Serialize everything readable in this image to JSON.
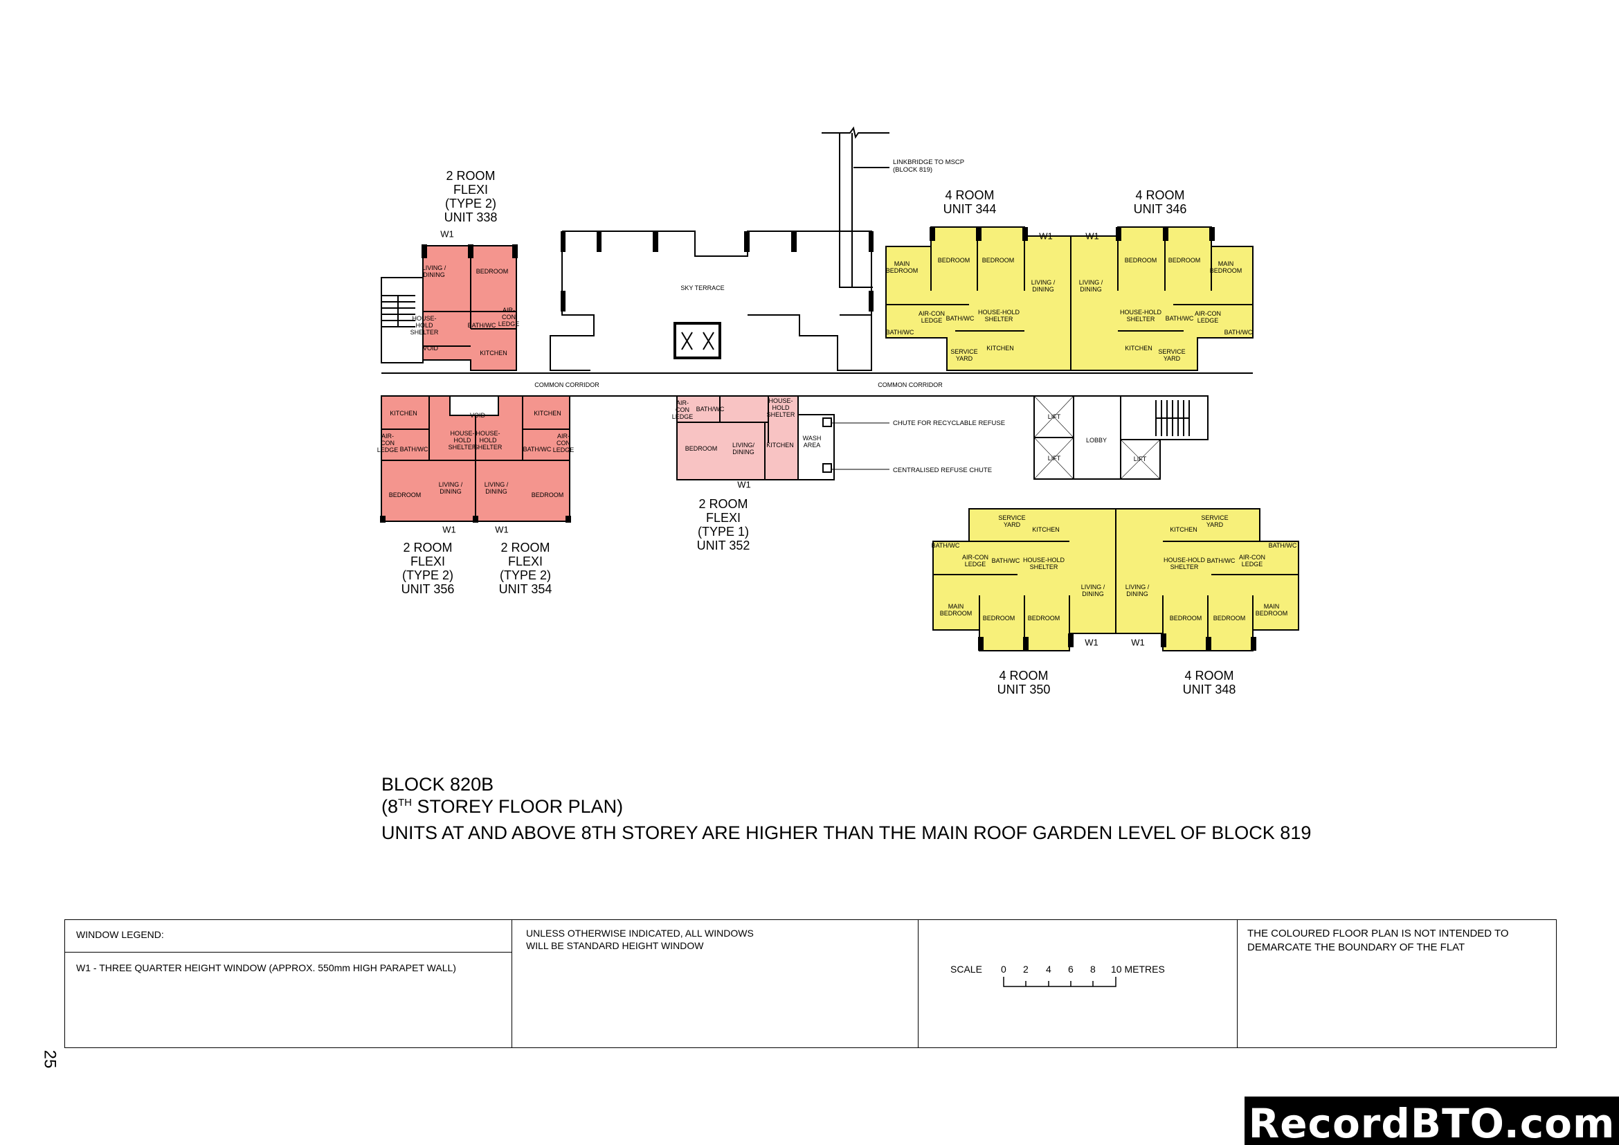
{
  "colors": {
    "flexi_type2": "#f4958e",
    "flexi_type1": "#f8c3c3",
    "four_room": "#f7f07a",
    "walls": "#000000"
  },
  "units": {
    "u338": {
      "title": [
        "2 ROOM",
        "FLEXI",
        "(TYPE 2)",
        "UNIT 338"
      ],
      "rooms": [
        {
          "lines": [
            "LIVING /",
            "DINING"
          ]
        },
        {
          "lines": [
            "BEDROOM"
          ]
        },
        {
          "lines": [
            "HOUSE-",
            "HOLD",
            "SHELTER"
          ]
        },
        {
          "lines": [
            "BATH/WC"
          ]
        },
        {
          "lines": [
            "AIR-",
            "CON",
            "LEDGE"
          ]
        },
        {
          "lines": [
            "KITCHEN"
          ]
        },
        {
          "lines": [
            "VOID"
          ]
        }
      ]
    },
    "u356": {
      "title": [
        "2 ROOM",
        "FLEXI",
        "(TYPE 2)",
        "UNIT 356"
      ],
      "rooms": [
        {
          "lines": [
            "KITCHEN"
          ]
        },
        {
          "lines": [
            "BATH/WC"
          ]
        },
        {
          "lines": [
            "AIR-",
            "CON",
            "LEDGE"
          ]
        },
        {
          "lines": [
            "HOUSE-",
            "HOLD",
            "SHELTER"
          ]
        },
        {
          "lines": [
            "BEDROOM"
          ]
        },
        {
          "lines": [
            "LIVING /",
            "DINING"
          ]
        }
      ]
    },
    "u354": {
      "title": [
        "2 ROOM",
        "FLEXI",
        "(TYPE 2)",
        "UNIT 354"
      ],
      "rooms": [
        {
          "lines": [
            "KITCHEN"
          ]
        },
        {
          "lines": [
            "BATH/WC"
          ]
        },
        {
          "lines": [
            "AIR-",
            "CON",
            "LEDGE"
          ]
        },
        {
          "lines": [
            "HOUSE-",
            "HOLD",
            "SHELTER"
          ]
        },
        {
          "lines": [
            "BEDROOM"
          ]
        },
        {
          "lines": [
            "LIVING /",
            "DINING"
          ]
        },
        {
          "lines": [
            "VOID"
          ]
        }
      ]
    },
    "u352": {
      "title": [
        "2 ROOM",
        "FLEXI",
        "(TYPE 1)",
        "UNIT 352"
      ],
      "rooms": [
        {
          "lines": [
            "AIR-",
            "CON",
            "LEDGE"
          ]
        },
        {
          "lines": [
            "BATH/WC"
          ]
        },
        {
          "lines": [
            "HOUSE-",
            "HOLD",
            "SHELTER"
          ]
        },
        {
          "lines": [
            "BEDROOM"
          ]
        },
        {
          "lines": [
            "LIVING/",
            "DINING"
          ]
        },
        {
          "lines": [
            "KITCHEN"
          ]
        }
      ]
    },
    "u344": {
      "title": [
        "4 ROOM",
        "UNIT 344"
      ],
      "rooms": [
        {
          "lines": [
            "MAIN",
            "BEDROOM"
          ]
        },
        {
          "lines": [
            "BEDROOM"
          ]
        },
        {
          "lines": [
            "BEDROOM"
          ]
        },
        {
          "lines": [
            "LIVING /",
            "DINING"
          ]
        },
        {
          "lines": [
            "BATH/WC"
          ]
        },
        {
          "lines": [
            "AIR-CON",
            "LEDGE"
          ]
        },
        {
          "lines": [
            "BATH/WC"
          ]
        },
        {
          "lines": [
            "HOUSE-HOLD",
            "SHELTER"
          ]
        },
        {
          "lines": [
            "KITCHEN"
          ]
        },
        {
          "lines": [
            "SERVICE",
            "YARD"
          ]
        }
      ]
    },
    "u346": {
      "title": [
        "4 ROOM",
        "UNIT 346"
      ],
      "rooms": [
        {
          "lines": [
            "LIVING /",
            "DINING"
          ]
        },
        {
          "lines": [
            "BEDROOM"
          ]
        },
        {
          "lines": [
            "BEDROOM"
          ]
        },
        {
          "lines": [
            "MAIN",
            "BEDROOM"
          ]
        },
        {
          "lines": [
            "HOUSE-HOLD",
            "SHELTER"
          ]
        },
        {
          "lines": [
            "BATH/WC"
          ]
        },
        {
          "lines": [
            "AIR-CON",
            "LEDGE"
          ]
        },
        {
          "lines": [
            "BATH/WC"
          ]
        },
        {
          "lines": [
            "KITCHEN"
          ]
        },
        {
          "lines": [
            "SERVICE",
            "YARD"
          ]
        }
      ]
    },
    "u350": {
      "title": [
        "4 ROOM",
        "UNIT 350"
      ],
      "rooms": [
        {
          "lines": [
            "SERVICE",
            "YARD"
          ]
        },
        {
          "lines": [
            "KITCHEN"
          ]
        },
        {
          "lines": [
            "BATH/WC"
          ]
        },
        {
          "lines": [
            "AIR-CON",
            "LEDGE"
          ]
        },
        {
          "lines": [
            "BATH/WC"
          ]
        },
        {
          "lines": [
            "HOUSE-HOLD",
            "SHELTER"
          ]
        },
        {
          "lines": [
            "MAIN",
            "BEDROOM"
          ]
        },
        {
          "lines": [
            "BEDROOM"
          ]
        },
        {
          "lines": [
            "BEDROOM"
          ]
        },
        {
          "lines": [
            "LIVING /",
            "DINING"
          ]
        }
      ]
    },
    "u348": {
      "title": [
        "4 ROOM",
        "UNIT 348"
      ],
      "rooms": [
        {
          "lines": [
            "LIVING /",
            "DINING"
          ]
        },
        {
          "lines": [
            "KITCHEN"
          ]
        },
        {
          "lines": [
            "SERVICE",
            "YARD"
          ]
        },
        {
          "lines": [
            "HOUSE-HOLD",
            "SHELTER"
          ]
        },
        {
          "lines": [
            "BATH/WC"
          ]
        },
        {
          "lines": [
            "AIR-CON",
            "LEDGE"
          ]
        },
        {
          "lines": [
            "BATH/WC"
          ]
        },
        {
          "lines": [
            "BEDROOM"
          ]
        },
        {
          "lines": [
            "BEDROOM"
          ]
        },
        {
          "lines": [
            "MAIN",
            "BEDROOM"
          ]
        }
      ]
    }
  },
  "window_marker": "W1",
  "common": {
    "sky_terrace": "SKY TERRACE",
    "common_corridor": "COMMON CORRIDOR",
    "linkbridge": [
      "LINKBRIDGE TO MSCP",
      "(BLOCK 819)"
    ],
    "chute_recyclable": "CHUTE FOR RECYCLABLE REFUSE",
    "chute_refuse": "CENTRALISED REFUSE CHUTE",
    "wash_area": [
      "WASH",
      "AREA"
    ],
    "lift": "LIFT",
    "lobby": "LOBBY"
  },
  "title": {
    "block": "BLOCK 820B",
    "storey_open": "(8",
    "storey_sup": "TH",
    "storey_rest": " STOREY FLOOR PLAN)",
    "note": "UNITS AT AND ABOVE 8TH STOREY ARE HIGHER THAN THE MAIN ROOF GARDEN LEVEL OF BLOCK 819"
  },
  "legend": {
    "heading": "WINDOW LEGEND:",
    "w1": "W1 - THREE QUARTER HEIGHT WINDOW (APPROX. 550mm HIGH PARAPET WALL)",
    "standard_note": [
      "UNLESS OTHERWISE INDICATED, ALL WINDOWS",
      "WILL BE STANDARD HEIGHT WINDOW"
    ],
    "scale_label": "SCALE",
    "scale_ticks": [
      "0",
      "2",
      "4",
      "6",
      "8",
      "10 METRES"
    ],
    "disclaimer": [
      "THE COLOURED FLOOR PLAN IS NOT INTENDED TO",
      "DEMARCATE THE BOUNDARY OF THE FLAT"
    ]
  },
  "page_number": "25",
  "watermark": "RecordBTO.com"
}
